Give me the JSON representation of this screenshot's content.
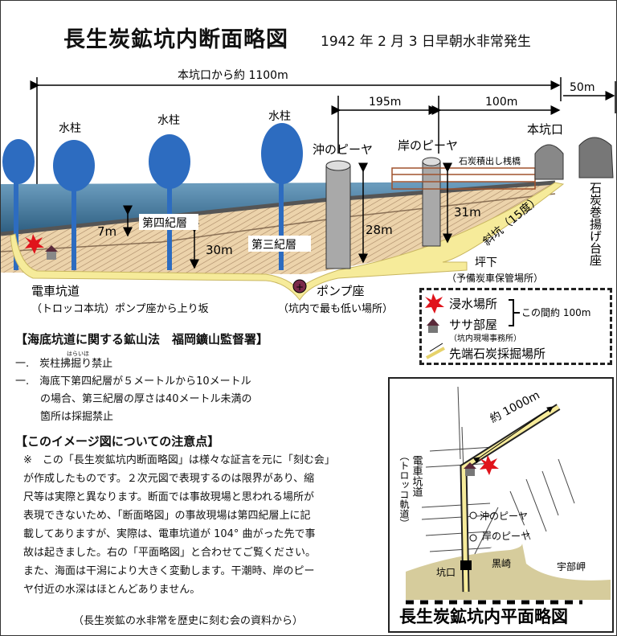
{
  "title": "長生炭鉱坑内断面略図",
  "subtitle": "1942 年 2 月 3 日早朝水非常発生",
  "section": {
    "dim_total": "本坑口から約 1100m",
    "dim_50": "50m",
    "dim_195": "195m",
    "dim_100": "100m",
    "water_column": "水柱",
    "offshore_pier": "沖のピーヤ",
    "shore_pier": "岸のピーヤ",
    "coal_jetty": "石炭積出し桟橋",
    "main_portal": "本坑口",
    "hoist_platform": "石炭巻揚げ台座",
    "depth_7": "7m",
    "depth_30": "30m",
    "depth_28": "28m",
    "depth_31": "31m",
    "quaternary": "第四紀層",
    "tertiary": "第三紀層",
    "incline": "斜坑（15度）",
    "tsuboshita": "坪下",
    "tsuboshita_note": "（予備炭車保管場所）",
    "tram_tunnel": "電車坑道",
    "tram_tunnel_note": "（トロッコ本坑）ポンプ座から上り坂",
    "pump": "ポンプ座",
    "pump_note": "（坑内で最も低い場所）"
  },
  "legend": {
    "flood": "浸水場所",
    "sasa": "ササ部屋",
    "sasa_note": "（坑内現場事務所）",
    "distance": "この間約 100m",
    "face": "先端石炭採掘場所"
  },
  "law": {
    "heading": "【海底坑道に関する鉱山法　福岡鑛山監督署】",
    "ruby": "はらいほ",
    "items": [
      "一.　炭柱拂掘り禁止",
      "一.　海底下第四紀層が５メートルから10メートル",
      "の場合、第三紀層の厚さは40メートル未満の",
      "箇所は採掘禁止"
    ]
  },
  "notes": {
    "heading": "【このイメージ図についての注意点】",
    "lines": [
      "※　この「長生炭鉱坑内断面略図」は様々な証言を元に「刻む会」",
      "が作成したものです。２次元図で表現するのは限界があり、縮",
      "尺等は実際と異なります。断面では事故現場と思われる場所が",
      "表現できないため、「断面略図」の事故現場は第四紀層上に記",
      "載してありますが、実際は、電車坑道が 104° 曲がった先で事",
      "故は起きました。右の「平面略図」と合わせてご覧ください。",
      "また、海面は干潟により大きく変動します。干潮時、岸のピー",
      "ヤ付近の水深はほとんどありません。"
    ],
    "source": "（長生炭鉱の水非常を歴史に刻む会の資料から）"
  },
  "plan": {
    "distance": "約 1000m",
    "tram_tunnel": "電車坑道",
    "tram_note": "（トロッコ軌道）",
    "offshore_pier": "沖のピーヤ",
    "shore_pier": "岸のピーヤ",
    "kurosaki": "黒崎",
    "portal": "坑口",
    "ubemisaki": "宇部岬",
    "title": "長生炭鉱坑内平面略図"
  },
  "colors": {
    "sea": "#3f7196",
    "strata": "#e8cfa6",
    "tunnel": "#f6eb9a",
    "flood": "#e0141c",
    "hut": "#5a2a3a",
    "land": "#d6cc9c"
  }
}
